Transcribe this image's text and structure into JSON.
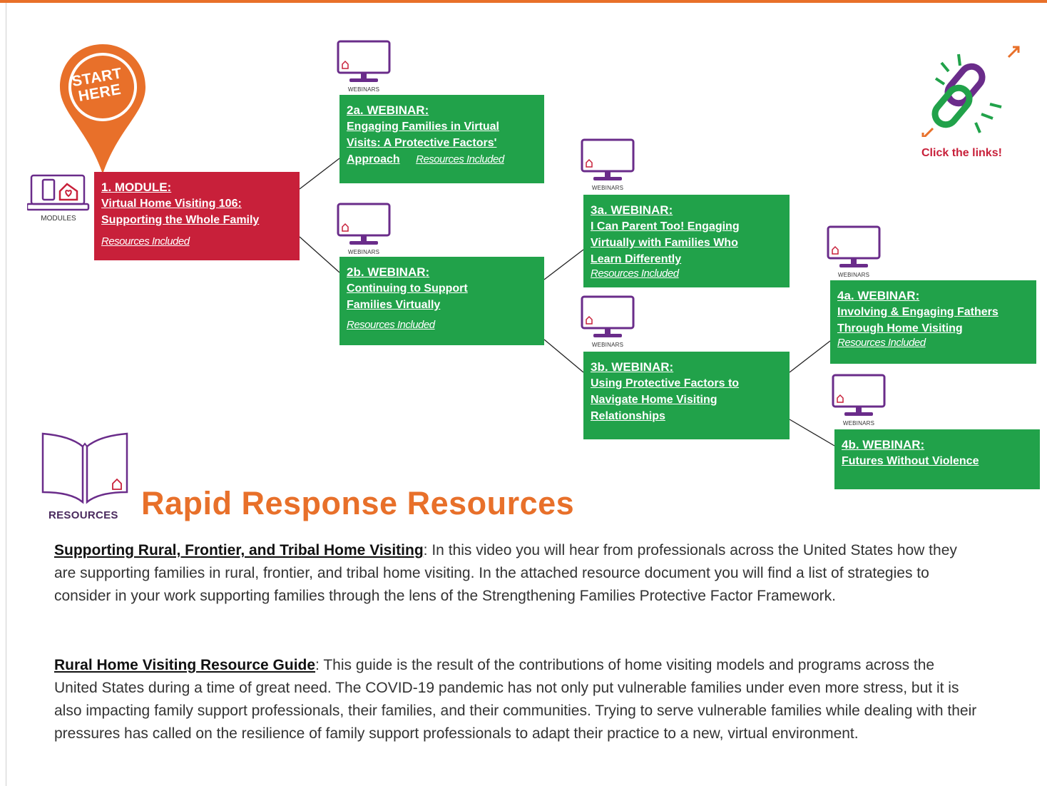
{
  "start_marker": {
    "line1": "START",
    "line2": "HERE"
  },
  "icon_labels": {
    "modules": "MODULES",
    "webinars": "WEBINARS",
    "resources": "RESOURCES"
  },
  "links_note": "Click the links!",
  "module": {
    "heading": "1. MODULE:",
    "title_line1": "Virtual Home Visiting 106:",
    "title_line2": "Supporting the Whole Family",
    "resources": "Resources Included"
  },
  "webinar_2a": {
    "heading": "2a. WEBINAR:",
    "title_line1": "Engaging Families in Virtual",
    "title_line2": "Visits: A Protective Factors'",
    "title_line3": "Approach",
    "resources": "Resources Included"
  },
  "webinar_2b": {
    "heading": "2b. WEBINAR:",
    "title_line1": "Continuing to Support",
    "title_line2": "Families Virtually",
    "resources": "Resources Included"
  },
  "webinar_3a": {
    "heading": "3a. WEBINAR:",
    "title_line1": "I Can Parent Too! Engaging",
    "title_line2": "Virtually with Families Who",
    "title_line3": "Learn Differently",
    "resources": "Resources Included"
  },
  "webinar_3b": {
    "heading": "3b. WEBINAR:",
    "title_line1": "Using Protective Factors to",
    "title_line2": "Navigate Home Visiting",
    "title_line3": "Relationships"
  },
  "webinar_4a": {
    "heading": "4a. WEBINAR:",
    "title_line1": "Involving & Engaging Fathers",
    "title_line2": "Through Home Visiting",
    "resources": "Resources Included"
  },
  "webinar_4b": {
    "heading": "4b. WEBINAR:",
    "title_line1": "Futures Without Violence"
  },
  "section_title": "Rapid Response Resources",
  "paragraphs": [
    {
      "lead": "Supporting Rural, Frontier, and Tribal Home Visiting",
      "sep": ":",
      "body": " In this video you will hear from professionals across the United States how they are supporting families in rural, frontier, and tribal home visiting. In the attached resource document you will find a list of strategies to consider in your work supporting families through the lens of the Strengthening Families Protective Factor Framework."
    },
    {
      "lead": "Rural Home Visiting Resource Guide",
      "sep": ":",
      "body": " This guide is the result of the contributions of home visiting models and programs across the United States during a time of great need. The COVID-19 pandemic has not only put vulnerable families under even more stress, but it is also impacting family support professionals, their families, and their communities. Trying to serve vulnerable families while dealing with their pressures has called on the resilience of family support professionals to adapt their practice to a new, virtual environment."
    }
  ],
  "colors": {
    "orange": "#e8702a",
    "red": "#c8203a",
    "green": "#21a24a",
    "purple": "#6a2c8a"
  }
}
